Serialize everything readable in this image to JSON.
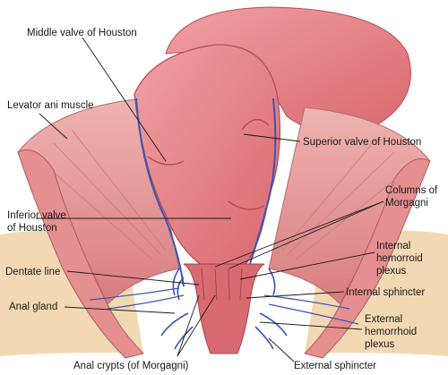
{
  "diagram": {
    "labels": {
      "middle_valve": "Middle valve of Houston",
      "levator_ani": "Levator ani muscle",
      "superior_valve": "Superior valve of Houston",
      "columns_line1": "Columns of",
      "columns_line2": "Morgagni",
      "inferior_valve_line1": "Inferior valve",
      "inferior_valve_line2": "of Houston",
      "internal_hem_line1": "Internal",
      "internal_hem_line2": "hemorroid",
      "internal_hem_line3": "plexus",
      "dentate_line": "Dentate line",
      "internal_sphincter": "Internal sphincter",
      "anal_gland": "Anal gland",
      "external_hem_line1": "External",
      "external_hem_line2": "hemorrhoid",
      "external_hem_line3": "plexus",
      "anal_crypts": "Anal crypts (of Morgagni)",
      "external_sphincter": "External sphincter"
    },
    "colors": {
      "rectum_fill": "#e8848a",
      "rectum_shadow": "#c9565e",
      "muscle_fill": "#e9a0a0",
      "tissue_fill": "#f3d9b3",
      "vessel_blue": "#3a55b5"
    }
  }
}
